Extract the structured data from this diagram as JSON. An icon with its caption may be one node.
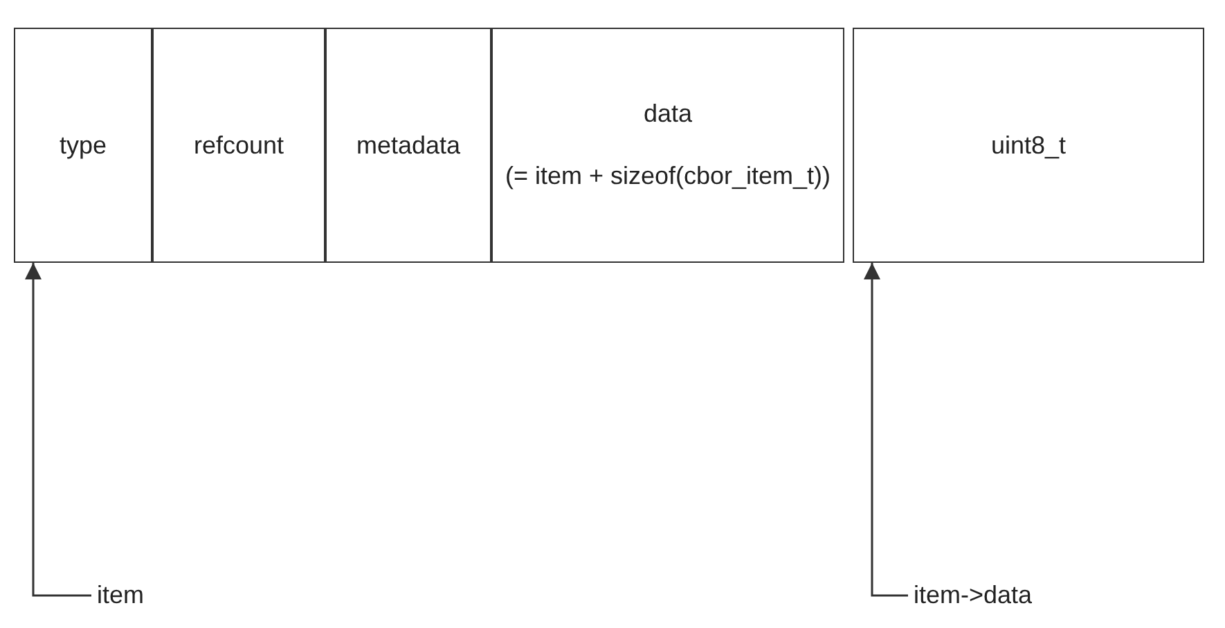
{
  "diagram": {
    "nodes": [
      {
        "text": [
          "type"
        ]
      },
      {
        "text": [
          "refcount"
        ]
      },
      {
        "text": [
          "metadata"
        ]
      },
      {
        "text": [
          "data",
          "(= item + sizeof(cbor_item_t))"
        ]
      },
      {
        "text": [
          "uint8_t"
        ]
      },
      {
        "text": [
          "item"
        ]
      },
      {
        "text": [
          "item->data"
        ]
      }
    ],
    "edges": [
      {
        "from": 5,
        "to": 0,
        "arrow": "to"
      },
      {
        "from": 6,
        "to": 4,
        "arrow": "to"
      }
    ]
  }
}
